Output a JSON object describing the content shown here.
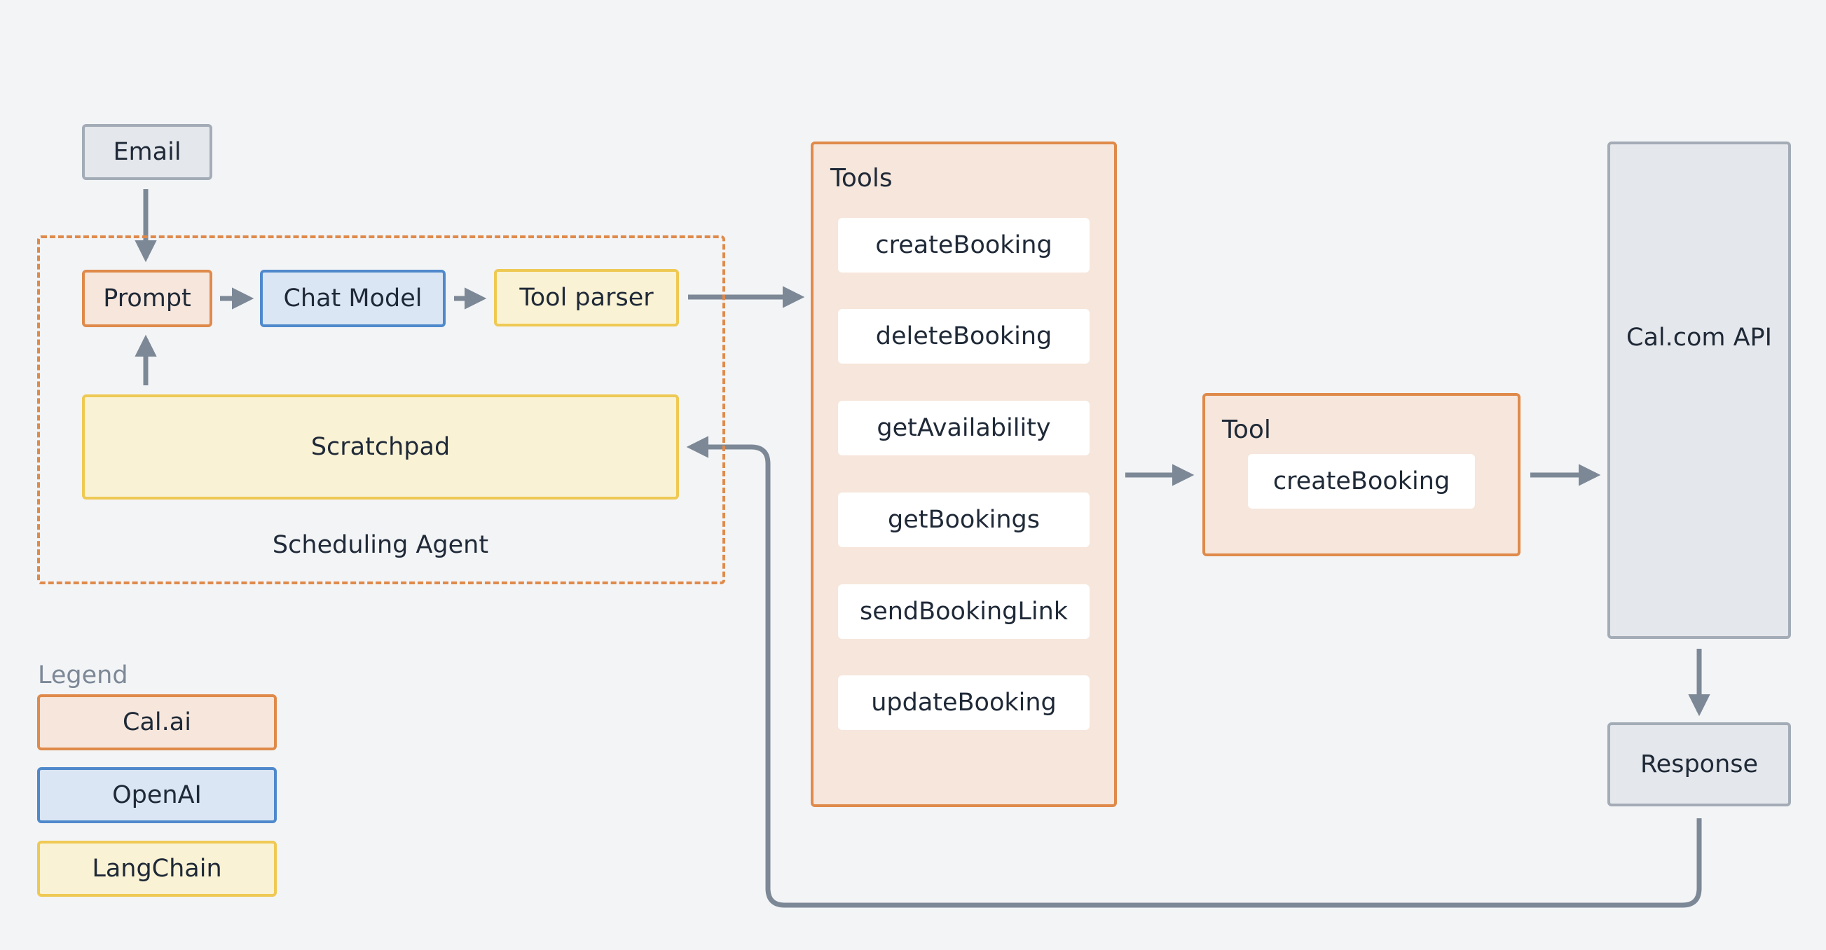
{
  "input": {
    "email": "Email"
  },
  "agent": {
    "title": "Scheduling Agent",
    "prompt": "Prompt",
    "chat_model": "Chat Model",
    "tool_parser": "Tool parser",
    "scratchpad": "Scratchpad"
  },
  "tools": {
    "title": "Tools",
    "items": [
      "createBooking",
      "deleteBooking",
      "getAvailability",
      "getBookings",
      "sendBookingLink",
      "updateBooking"
    ]
  },
  "tool": {
    "title": "Tool",
    "name": "createBooking"
  },
  "api": {
    "label": "Cal.com API"
  },
  "response": {
    "label": "Response"
  },
  "legend": {
    "title": "Legend",
    "items": [
      {
        "label": "Cal.ai",
        "color": "#df8a4a"
      },
      {
        "label": "OpenAI",
        "color": "#4f89cc"
      },
      {
        "label": "LangChain",
        "color": "#eec953"
      }
    ]
  },
  "colors": {
    "background": "#f3f4f6",
    "arrow": "#7c8896",
    "calai_fill": "#f6e6db",
    "openai_fill": "#dae6f4",
    "langchain_fill": "#faf2d4",
    "neutral_fill": "#e4e7eb"
  }
}
